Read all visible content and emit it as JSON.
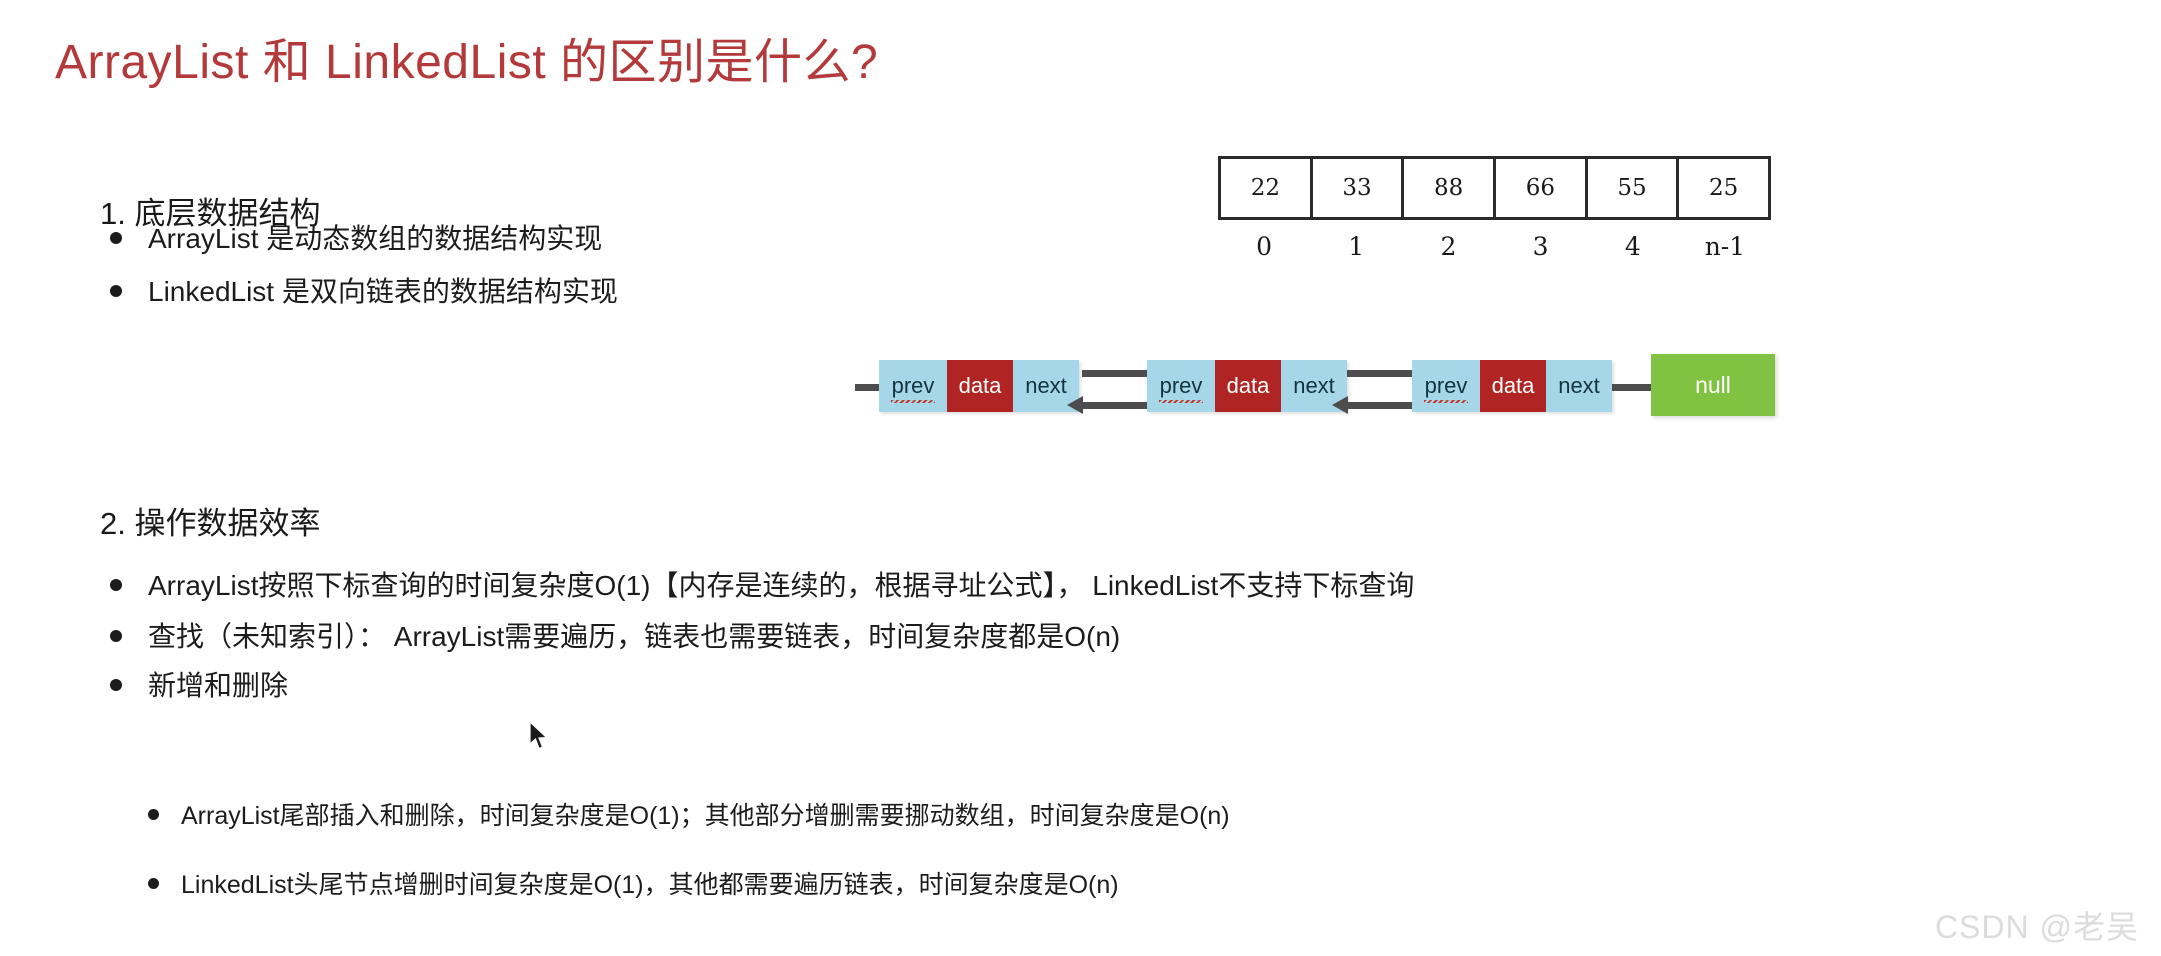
{
  "slide": {
    "title": "ArrayList 和 LinkedList 的区别是什么?",
    "title_color": "#b3393a",
    "background_color": "#ffffff"
  },
  "sections": [
    {
      "heading": "1. 底层数据结构"
    },
    {
      "heading": "2. 操作数据效率"
    }
  ],
  "bullets": {
    "section1": [
      {
        "text": "ArrayList 是动态数组的数据结构实现"
      },
      {
        "text": "LinkedList 是双向链表的数据结构实现"
      }
    ],
    "section2": [
      {
        "text": "ArrayList按照下标查询的时间复杂度O(1)【内存是连续的，根据寻址公式】， LinkedList不支持下标查询"
      },
      {
        "text": "查找（未知索引）： ArrayList需要遍历，链表也需要链表，时间复杂度都是O(n)"
      },
      {
        "text": "新增和删除"
      }
    ],
    "section2_sub": [
      {
        "text": "ArrayList尾部插入和删除，时间复杂度是O(1)；其他部分增删需要挪动数组，时间复杂度是O(n)"
      },
      {
        "text": "LinkedList头尾节点增删时间复杂度是O(1)，其他都需要遍历链表，时间复杂度是O(n)"
      }
    ]
  },
  "array_diagram": {
    "values": [
      "22",
      "33",
      "88",
      "66",
      "55",
      "25"
    ],
    "indices": [
      "0",
      "1",
      "2",
      "3",
      "4",
      "n-1"
    ]
  },
  "linked_list_diagram": {
    "nodes": [
      {
        "prev": "prev",
        "data": "data",
        "next": "next"
      },
      {
        "prev": "prev",
        "data": "data",
        "next": "next"
      },
      {
        "prev": "prev",
        "data": "data",
        "next": "next"
      }
    ],
    "terminator": "null",
    "colors": {
      "pointer_cell": "#a6d7e8",
      "data_cell": "#b02423",
      "null_cell": "#80c342",
      "arrow": "#4d4d4d"
    }
  },
  "watermark": {
    "text": "CSDN @老吴"
  }
}
